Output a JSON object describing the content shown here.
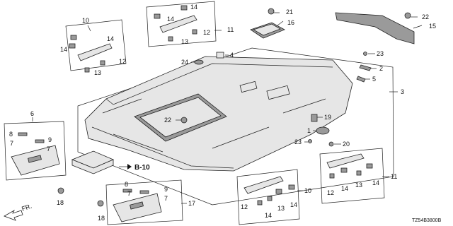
{
  "callouts": {
    "n1": "1",
    "n2": "2",
    "n3": "3",
    "n4": "4",
    "n5": "5",
    "n6": "6",
    "n7a": "7",
    "n7b": "7",
    "n7c": "7",
    "n7d": "7",
    "n8a": "8",
    "n8b": "8",
    "n9a": "9",
    "n9b": "9",
    "n10a": "10",
    "n10b": "10",
    "n11a": "11",
    "n11b": "11",
    "n12a": "12",
    "n12b": "12",
    "n12c": "12",
    "n12d": "12",
    "n13a": "13",
    "n13b": "13",
    "n13c": "13",
    "n13d": "13",
    "n14a": "14",
    "n14b": "14",
    "n14c": "14",
    "n14d": "14",
    "n14e": "14",
    "n14f": "14",
    "n14g": "14",
    "n14h": "14",
    "n15": "15",
    "n16": "16",
    "n17": "17",
    "n18a": "18",
    "n18b": "18",
    "n19": "19",
    "n20": "20",
    "n21": "21",
    "n22a": "22",
    "n22b": "22",
    "n23a": "23",
    "n23b": "23",
    "n24": "24"
  },
  "reference": "B-10",
  "front_label": "FR.",
  "diagram_code": "TZ54B3800B"
}
